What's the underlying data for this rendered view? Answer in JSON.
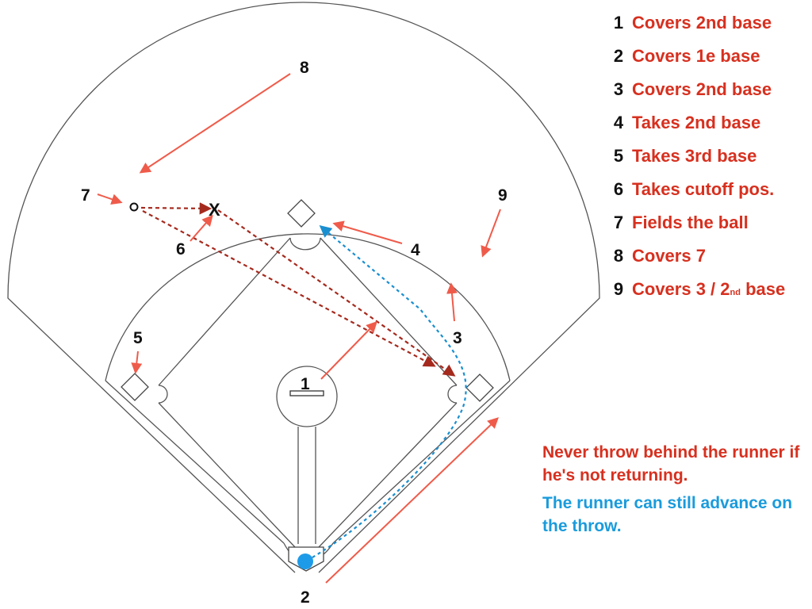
{
  "positions": {
    "p1": "1",
    "p2": "2",
    "p3": "3",
    "p4": "4",
    "p5": "5",
    "p6": "6",
    "p7": "7",
    "p8": "8",
    "p9": "9"
  },
  "cutoff_mark": "X",
  "legend": [
    {
      "num": "1",
      "text": "Covers 2nd base"
    },
    {
      "num": "2",
      "text": "Covers 1e base"
    },
    {
      "num": "3",
      "text": "Covers 2nd base"
    },
    {
      "num": "4",
      "text": "Takes 2nd base"
    },
    {
      "num": "5",
      "text": "Takes 3rd base"
    },
    {
      "num": "6",
      "text": "Takes cutoff pos."
    },
    {
      "num": "7",
      "text": "Fields the ball"
    },
    {
      "num": "8",
      "text": "Covers 7"
    },
    {
      "num": "9",
      "text_before": "Covers 3 / 2",
      "text_sup": "nd",
      "text_after": " base"
    }
  ],
  "notes": {
    "warning": "Never throw behind the runner if he's not returning.",
    "runner": "The runner can still advance on the throw."
  },
  "colors": {
    "movement_arrow": "#ef5b4a",
    "throw_path": "#a52a1e",
    "runner_path": "#1a8fd0",
    "runner": "#1e9be8",
    "legend_text": "#d7301f",
    "field_line": "#555555"
  }
}
